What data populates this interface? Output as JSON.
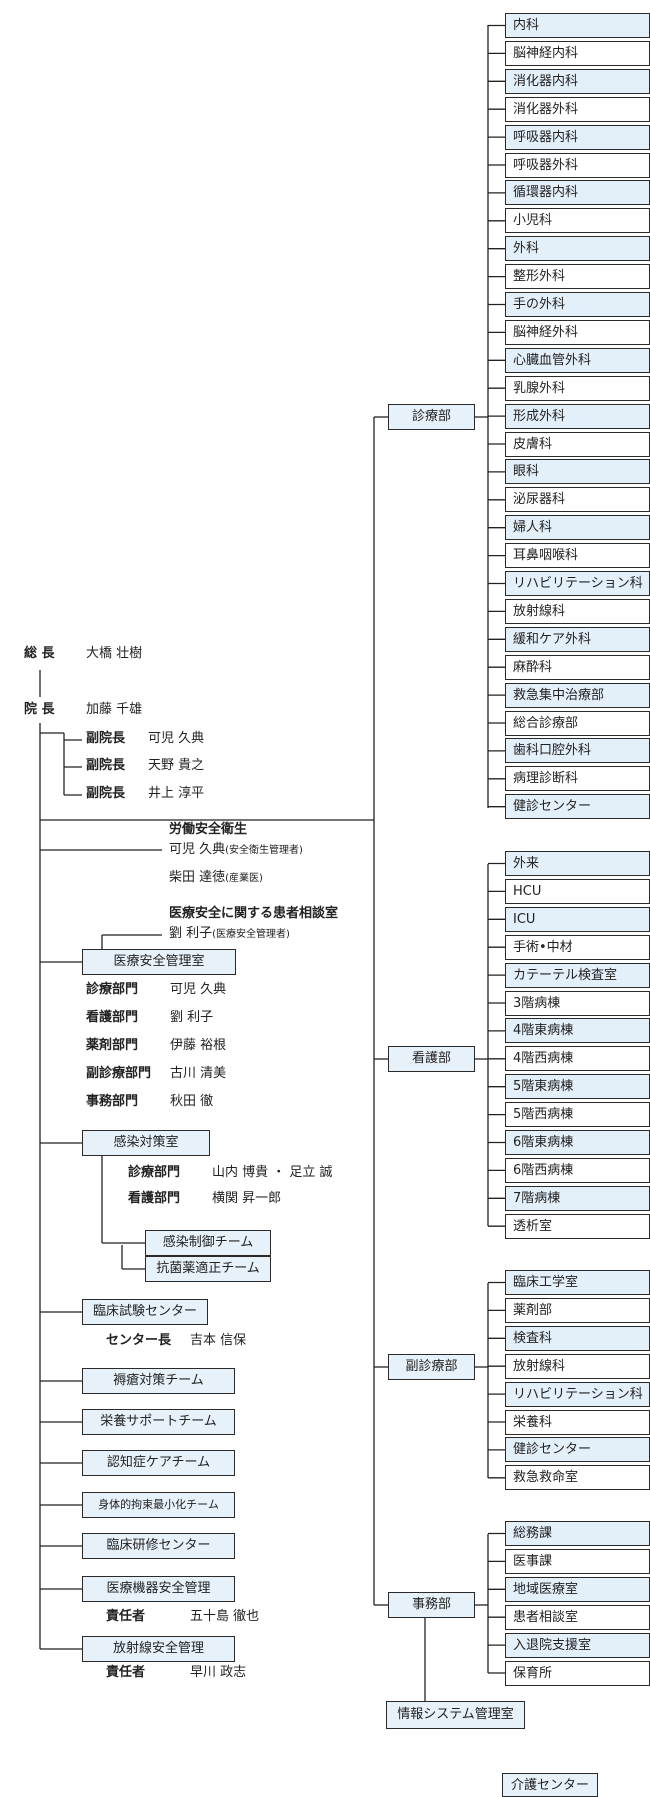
{
  "leadership": {
    "director_general": {
      "title": "総 長",
      "name": "大橋 壮樹"
    },
    "director": {
      "title": "院 長",
      "name": "加藤 千雄"
    },
    "deputies": [
      {
        "title": "副院長",
        "name": "可児 久典"
      },
      {
        "title": "副院長",
        "name": "天野 貴之"
      },
      {
        "title": "副院長",
        "name": "井上 淳平"
      }
    ]
  },
  "labor_safety": {
    "title": "労働安全衛生",
    "manager_name": "可児 久典",
    "manager_role": "(安全衛生管理者)",
    "doctor_name": "柴田 達徳",
    "doctor_role": "(産業医)"
  },
  "patient_consult": {
    "title": "医療安全に関する患者相談室",
    "name": "劉 利子",
    "role": "(医療安全管理者)"
  },
  "medical_safety": {
    "label": "医療安全管理室",
    "members": [
      {
        "dept": "診療部門",
        "name": "可児 久典"
      },
      {
        "dept": "看護部門",
        "name": "劉 利子"
      },
      {
        "dept": "薬剤部門",
        "name": "伊藤 裕根"
      },
      {
        "dept": "副診療部門",
        "name": "古川 清美"
      },
      {
        "dept": "事務部門",
        "name": "秋田 徹"
      }
    ]
  },
  "infection": {
    "label": "感染対策室",
    "members": [
      {
        "dept": "診療部門",
        "name": "山内 博貴 ・ 足立 誠"
      },
      {
        "dept": "看護部門",
        "name": "横関 昇一郎"
      }
    ],
    "teams": [
      "感染制御チーム",
      "抗菌薬適正チーム"
    ]
  },
  "clinical_trial": {
    "label": "臨床試験センター",
    "head_title": "センター長",
    "head_name": "吉本 信保"
  },
  "teams": {
    "pressure_ulcer": "褥瘡対策チーム",
    "nutrition": "栄養サポートチーム",
    "dementia": "認知症ケアチーム",
    "restraint": "身体的拘束最小化チーム",
    "training": "臨床研修センター"
  },
  "equipment_safety": {
    "label": "医療機器安全管理",
    "resp_title": "責任者",
    "resp_name": "五十島 徹也"
  },
  "radiation_safety": {
    "label": "放射線安全管理",
    "resp_title": "責任者",
    "resp_name": "早川 政志"
  },
  "divisions": {
    "medical": {
      "label": "診療部",
      "units": [
        "内科",
        "脳神経内科",
        "消化器内科",
        "消化器外科",
        "呼吸器内科",
        "呼吸器外科",
        "循環器内科",
        "小児科",
        "外科",
        "整形外科",
        "手の外科",
        "脳神経外科",
        "心臓血管外科",
        "乳腺外科",
        "形成外科",
        "皮膚科",
        "眼科",
        "泌尿器科",
        "婦人科",
        "耳鼻咽喉科",
        "リハビリテーション科",
        "放射線科",
        "緩和ケア外科",
        "麻酔科",
        "救急集中治療部",
        "総合診療部",
        "歯科口腔外科",
        "病理診断科",
        "健診センター"
      ]
    },
    "nursing": {
      "label": "看護部",
      "units": [
        "外来",
        "HCU",
        "ICU",
        "手術•中材",
        "カテーテル検査室",
        "3階病棟",
        "4階東病棟",
        "4階西病棟",
        "5階東病棟",
        "5階西病棟",
        "6階東病棟",
        "6階西病棟",
        "7階病棟",
        "透析室"
      ]
    },
    "co_medical": {
      "label": "副診療部",
      "units": [
        "臨床工学室",
        "薬剤部",
        "検査科",
        "放射線科",
        "リハビリテーション科",
        "栄養科",
        "健診センター",
        "救急救命室"
      ]
    },
    "admin": {
      "label": "事務部",
      "units": [
        "総務課",
        "医事課",
        "地域医療室",
        "患者相談室",
        "入退院支援室",
        "保育所"
      ]
    }
  },
  "it_office": "情報システム管理室",
  "care_center": "介護センター"
}
